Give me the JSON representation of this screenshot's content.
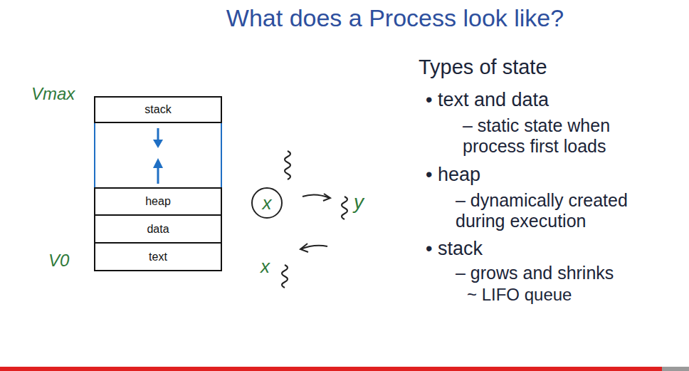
{
  "diagram": {
    "title": "What does a Process look like?",
    "nodes": [
      {
        "text": [
          "stack"
        ]
      },
      {
        "text": [
          "heap"
        ]
      },
      {
        "text": [
          "data"
        ]
      },
      {
        "text": [
          "text"
        ]
      },
      {
        "text": [
          "x"
        ]
      }
    ],
    "labels": [
      "Vmax",
      "V0",
      "y",
      "x",
      "Types of state",
      "• text and data",
      "– static state when process first loads",
      "• heap",
      "– dynamically created during execution",
      "• stack",
      "– grows and shrinks",
      "~ LIFO queue"
    ]
  }
}
